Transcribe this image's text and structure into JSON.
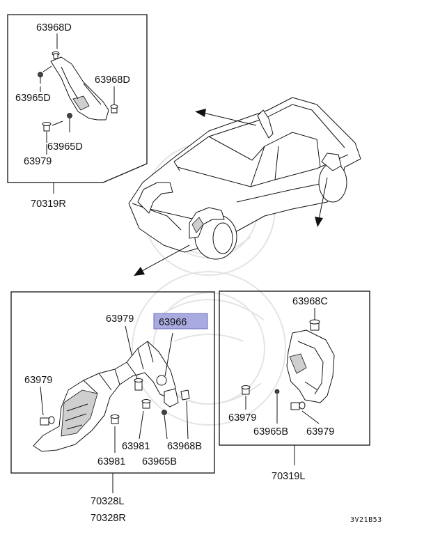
{
  "labels": {
    "upper_left_box": {
      "part_a": "63968D",
      "part_b": "63968D",
      "part_c": "63965D",
      "part_d": "63965D",
      "part_e": "63979",
      "assembly": "70319R"
    },
    "lower_left_box": {
      "part_a": "63979",
      "part_highlight": "63966",
      "part_b": "63979",
      "part_c": "63981",
      "part_d": "63968B",
      "part_e": "63981",
      "part_f": "63965B",
      "assembly_left": "70328L",
      "assembly_right": "70328R"
    },
    "lower_right_box": {
      "part_a": "63968C",
      "part_b": "63979",
      "part_c": "63965B",
      "part_d": "63979",
      "assembly": "70319L"
    },
    "diagram_code": "3V21B53"
  },
  "colors": {
    "highlight_fill": "#a9abe0",
    "line": "#111111",
    "watermark": "#e4e4e4"
  }
}
